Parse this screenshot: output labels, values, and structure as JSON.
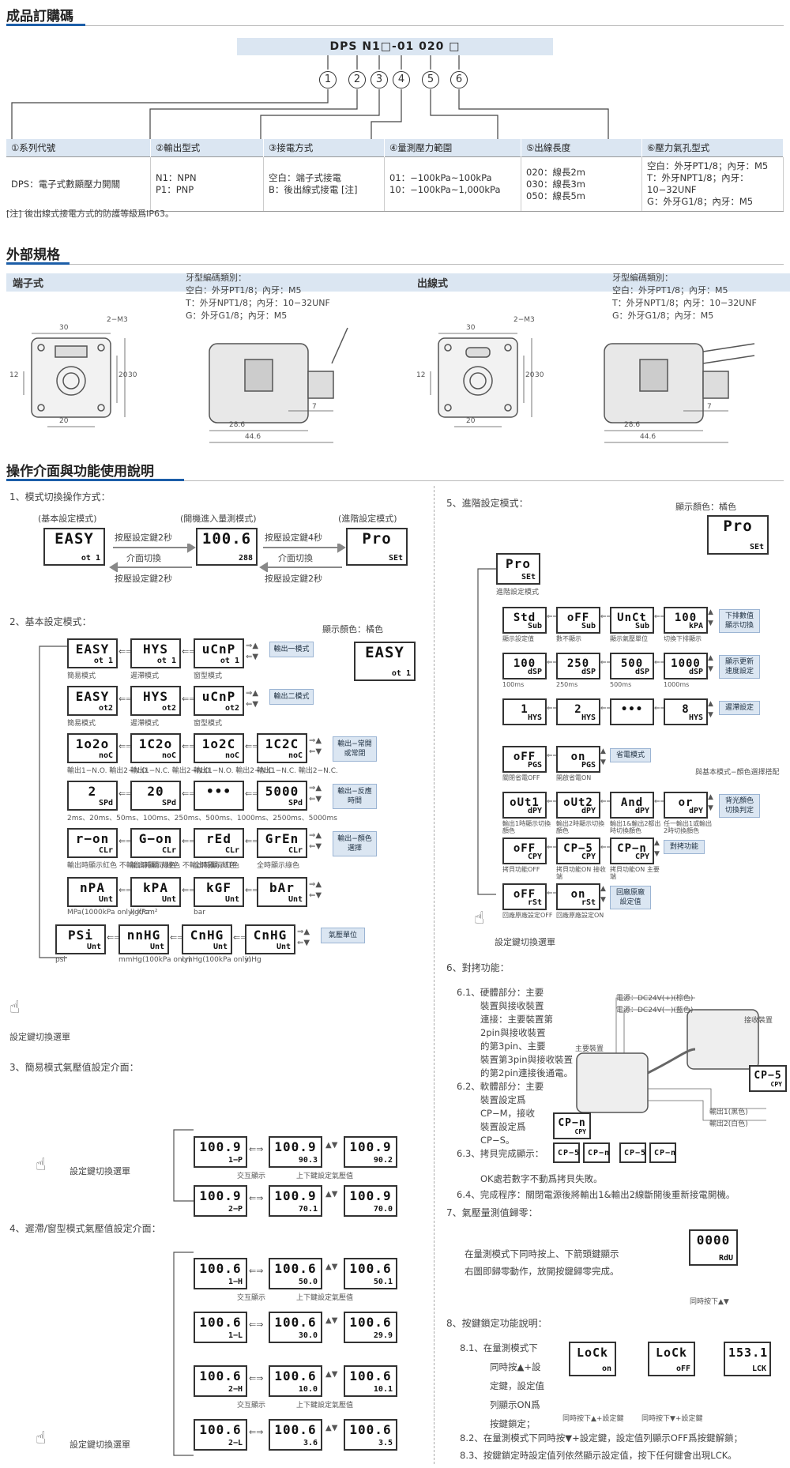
{
  "s1": {
    "title": "成品訂購碼"
  },
  "code": {
    "text": "DPS N1□-01 020 □",
    "nums": [
      "1",
      "2",
      "3",
      "4",
      "5",
      "6"
    ]
  },
  "spec": {
    "headers": [
      "①系列代號",
      "②輸出型式",
      "③接電方式",
      "④量測壓力範圍",
      "⑤出線長度",
      "⑥壓力氣孔型式"
    ],
    "cells": [
      "DPS：電子式數顯壓力開關",
      "N1：NPN\nP1：PNP",
      "空白：端子式接電\nB：後出線式接電 [注]",
      "01：−100kPa~100kPa\n10：−100kPa~1,000kPa",
      "020：線長2m\n030：線長3m\n050：線長5m",
      "空白：外牙PT1/8；內牙：M5\nT：外牙NPT1/8；內牙：10−32UNF\nG：外牙G1/8；內牙：M5"
    ],
    "note": "[注] 後出線式接電方式的防護等級爲IP63。"
  },
  "s2": {
    "title": "外部規格",
    "left_tag": "端子式",
    "right_tag": "出線式",
    "thread": [
      "牙型編碼類別：",
      "空白：外牙PT1/8；內牙：M5",
      "T：外牙NPT1/8；內牙：10−32UNF",
      "G：外牙G1/8；內牙：M5"
    ],
    "dims": {
      "w": "30",
      "m3": "2−M3",
      "h12": "12",
      "h20": "20",
      "h30": "30",
      "b20": "20",
      "s7": "7",
      "s286": "28.6",
      "s446": "44.6"
    }
  },
  "s3": {
    "title": "操作介面與功能使用說明"
  },
  "p1": {
    "title": "1、模式切換操作方式：",
    "m1": "(基本設定模式)",
    "m2": "(開機進入量測模式)",
    "m3": "(進階設定模式)",
    "a1": "按壓設定鍵2秒",
    "a2": "介面切換",
    "a3": "按壓設定鍵2秒",
    "a4": "按壓設定鍵4秒",
    "a5": "介面切換",
    "a6": "按壓設定鍵2秒",
    "d1t": "EASY",
    "d1b": "ot 1",
    "d2t": "100.6",
    "d2b": "288",
    "d3t": "Pro",
    "d3b": "SEt"
  },
  "p2": {
    "title": "2、基本設定模式：",
    "color": "顯示顏色：橘色",
    "rows": [
      {
        "d": [
          [
            "EASY",
            "ot 1"
          ],
          [
            "HYS",
            "ot 1"
          ],
          [
            "uCnP",
            "ot 1"
          ]
        ],
        "l": [
          "簡易模式",
          "遲滯模式",
          "窗型模式"
        ],
        "n": "輸出一模式"
      },
      {
        "d": [
          [
            "EASY",
            "ot2"
          ],
          [
            "HYS",
            "ot2"
          ],
          [
            "uCnP",
            "ot2"
          ]
        ],
        "l": [
          "簡易模式",
          "遲滯模式",
          "窗型模式"
        ],
        "n": "輸出二模式"
      },
      {
        "d": [
          [
            "1o2o",
            "noC"
          ],
          [
            "1C2o",
            "noC"
          ],
          [
            "1o2C",
            "noC"
          ],
          [
            "1C2C",
            "noC"
          ]
        ],
        "l": [
          "輸出1−N.O. 輸出2−N.O.",
          "輸出1−N.C. 輸出2−N.O.",
          "輸出1−N.O. 輸出2−N.C.",
          "輸出1−N.C. 輸出2−N.C."
        ],
        "n": "輸出−常開或常閉"
      },
      {
        "d": [
          [
            "2",
            "SPd"
          ],
          [
            "20",
            "SPd"
          ],
          [
            "•••",
            ""
          ],
          [
            "5000",
            "SPd"
          ]
        ],
        "l": [
          "2ms、20ms、50ms、100ms、250ms、500ms、1000ms、2500ms、5000ms"
        ],
        "n": "輸出−反應時間"
      },
      {
        "d": [
          [
            "r−on",
            "CLr"
          ],
          [
            "G−on",
            "CLr"
          ],
          [
            "rEd",
            "CLr"
          ],
          [
            "GrEn",
            "CLr"
          ]
        ],
        "l": [
          "輸出時顯示紅色 不輸出時顯示綠色",
          "輸出時顯示綠色 不輸出時顯示紅色",
          "全時顯示紅色",
          "全時顯示綠色"
        ],
        "n": "輸出−顏色選擇"
      },
      {
        "d": [
          [
            "nPA",
            "Unt"
          ],
          [
            "kPA",
            "Unt"
          ],
          [
            "kGF",
            "Unt"
          ],
          [
            "bAr",
            "Unt"
          ]
        ],
        "l": [
          "MPa(1000kPa only)  kPa",
          "kgf/cm²",
          "bar"
        ],
        "n": ""
      },
      {
        "d": [
          [
            "PSi",
            "Unt"
          ],
          [
            "nnHG",
            "Unt"
          ],
          [
            "CnHG",
            "Unt"
          ],
          [
            "CnHG",
            "Unt"
          ]
        ],
        "l": [
          "psi",
          "mmHg(100kPa only)",
          "cmHg(100kPa only)",
          "inHg"
        ],
        "n": "氣壓單位"
      }
    ],
    "big": [
      "EASY",
      "ot 1"
    ],
    "key": "設定鍵切換選單"
  },
  "p3": {
    "title": "3、簡易模式氣壓值設定介面：",
    "key": "設定鍵切換選單",
    "l1": "交互顯示",
    "l2": "上下鍵設定氣壓值",
    "rows": [
      [
        [
          "100.9",
          "1−P"
        ],
        [
          "100.9",
          "90.3"
        ],
        [
          "100.9",
          "90.2"
        ]
      ],
      [
        [
          "100.9",
          "2−P"
        ],
        [
          "100.9",
          "70.1"
        ],
        [
          "100.9",
          "70.0"
        ]
      ]
    ]
  },
  "p4": {
    "title": "4、遲滯/窗型模式氣壓值設定介面：",
    "key": "設定鍵切換選單",
    "l1": "交互顯示",
    "l2": "上下鍵設定氣壓值",
    "rows": [
      [
        [
          "100.6",
          "1−H"
        ],
        [
          "100.6",
          "50.0"
        ],
        [
          "100.6",
          "50.1"
        ]
      ],
      [
        [
          "100.6",
          "1−L"
        ],
        [
          "100.6",
          "30.0"
        ],
        [
          "100.6",
          "29.9"
        ]
      ],
      [
        [
          "100.6",
          "2−H"
        ],
        [
          "100.6",
          "10.0"
        ],
        [
          "100.6",
          "10.1"
        ]
      ],
      [
        [
          "100.6",
          "2−L"
        ],
        [
          "100.6",
          "3.6"
        ],
        [
          "100.6",
          "3.5"
        ]
      ]
    ]
  },
  "p5": {
    "title": "5、進階設定模式：",
    "color": "顯示顏色：橘色",
    "top": [
      "Pro",
      "SEt"
    ],
    "top_l": "進階設定模式",
    "rows": [
      {
        "d": [
          [
            "Std",
            "Sub"
          ],
          [
            "oFF",
            "Sub"
          ],
          [
            "UnCt",
            "Sub"
          ],
          [
            "100",
            "kPA"
          ]
        ],
        "l": [
          "顯示設定值",
          "數不顯示",
          "顯示氣壓單位",
          "切換下排顯示"
        ],
        "n": "下排數值 顯示切換"
      },
      {
        "d": [
          [
            "100",
            "dSP"
          ],
          [
            "250",
            "dSP"
          ],
          [
            "500",
            "dSP"
          ],
          [
            "1000",
            "dSP"
          ]
        ],
        "l": [
          "100ms",
          "250ms",
          "500ms",
          "1000ms"
        ],
        "n": "顯示更新 速度設定"
      },
      {
        "d": [
          [
            "1",
            "HYS"
          ],
          [
            "2",
            "HYS"
          ],
          [
            "•••",
            ""
          ],
          [
            "8",
            "HYS"
          ]
        ],
        "l": [],
        "n": "遲滯設定"
      },
      {
        "d": [
          [
            "oFF",
            "PGS"
          ],
          [
            "on",
            "PGS"
          ]
        ],
        "l": [
          "關閉省電OFF",
          "開啟省電ON"
        ],
        "n": "省電模式"
      },
      {
        "d": [
          [
            "oUt1",
            "dPY"
          ],
          [
            "oUt2",
            "dPY"
          ],
          [
            "And",
            "dPY"
          ],
          [
            "or",
            "dPY"
          ]
        ],
        "l": [
          "輸出1時顯示切換顏色",
          "輸出2時顯示切換顏色",
          "輸出1&輸出2都出時切換顏色",
          "任一輸出1或輸出2時切換顏色"
        ],
        "n": "背光顏色 切換判定"
      },
      {
        "d": [
          [
            "oFF",
            "CPY"
          ],
          [
            "CP−5",
            "CPY"
          ],
          [
            "CP−n",
            "CPY"
          ]
        ],
        "l": [
          "拷貝功能OFF",
          "拷貝功能ON 接收端",
          "拷貝功能ON 主要端"
        ],
        "n": "對拷功能"
      },
      {
        "d": [
          [
            "oFF",
            "rSt"
          ],
          [
            "on",
            "rSt"
          ]
        ],
        "l": [
          "回廠原廠設定OFF",
          "回廠原廠設定ON"
        ],
        "n": "回廠原廠 設定值"
      }
    ],
    "side_note": "與基本模式−顏色選擇搭配",
    "key": "設定鍵切換選單",
    "big": [
      "Pro",
      "SEt"
    ]
  },
  "p6": {
    "title": "6、對拷功能：",
    "items": [
      "6.1、硬體部分：主要",
      "裝置與接收裝置",
      "連接：主要裝置第",
      "2pin與接收裝置",
      "的第3pin、主要",
      "裝置第3pin與接收裝置",
      "的第2pin連接後通電。",
      "6.2、軟體部分：主要",
      "裝置設定爲",
      "CP−M，接收",
      "裝置設定爲",
      "CP−S。"
    ],
    "i63": "6.3、拷貝完成顯示：",
    "ok": "OK處若數字不動爲拷貝失敗。",
    "i64": "6.4、完成程序：關閉電源後將輸出1&輸出2線斷開後重新接電開機。",
    "power1": "電源：DC24V(+)(棕色)",
    "power2": "電源：DC24V(−)(藍色)",
    "main": "主要裝置",
    "recv": "接收裝置",
    "out1": "輸出1(黑色)",
    "out2": "輸出2(白色)",
    "lcd": [
      "CP−5",
      "CPY"
    ],
    "lcd2": [
      "CP−n",
      "CPY"
    ]
  },
  "p7": {
    "title": "7、氣壓量測值歸零：",
    "text": [
      "在量測模式下同時按上、下箭頭鍵顯示",
      "右圖即歸零動作，放開按鍵歸零完成。"
    ],
    "lcd": [
      "0000",
      "RdU"
    ],
    "cap": "同時按下▲▼"
  },
  "p8": {
    "title": "8、按鍵鎖定功能說明：",
    "t81": [
      "8.1、在量測模式下",
      "同時按▲+設",
      "定鍵，設定值",
      "列顯示ON爲",
      "按鍵鎖定；"
    ],
    "lcds": [
      [
        "LoCk",
        "on"
      ],
      [
        "LoCk",
        "oFF"
      ],
      [
        "153.1",
        "LCK"
      ]
    ],
    "caps": [
      "同時按下▲+設定鍵",
      "同時按下▼+設定鍵"
    ],
    "t82": "8.2、在量測模式下同時按▼+設定鍵，設定值列顯示OFF爲按鍵解鎖；",
    "t83": "8.3、按鍵鎖定時設定值列依然顯示設定值，按下任何鍵會出現LCK。"
  }
}
